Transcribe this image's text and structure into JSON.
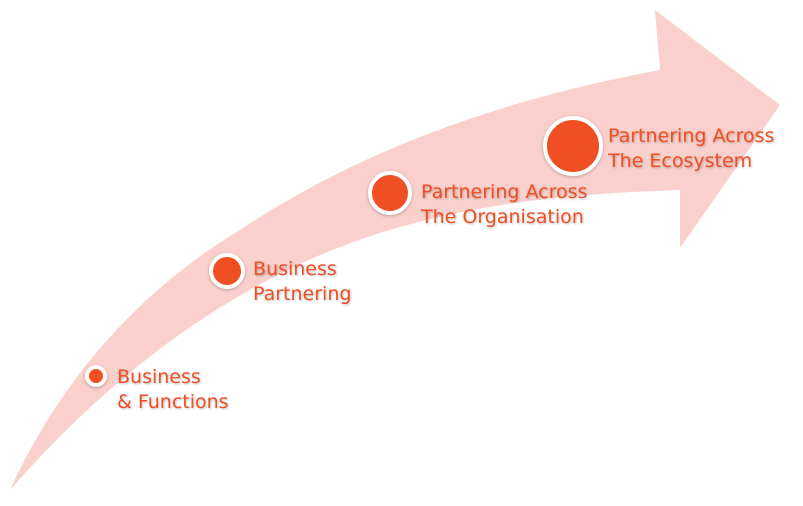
{
  "colors": {
    "accent": "#f04e23",
    "arrow_fill": "#f9d0cc"
  },
  "stages": [
    {
      "line1": "Business",
      "line2": "& Functions"
    },
    {
      "line1": "Business",
      "line2": "Partnering"
    },
    {
      "line1": "Partnering Across",
      "line2": "The Organisation"
    },
    {
      "line1": "Partnering Across",
      "line2": "The Ecosystem"
    }
  ]
}
